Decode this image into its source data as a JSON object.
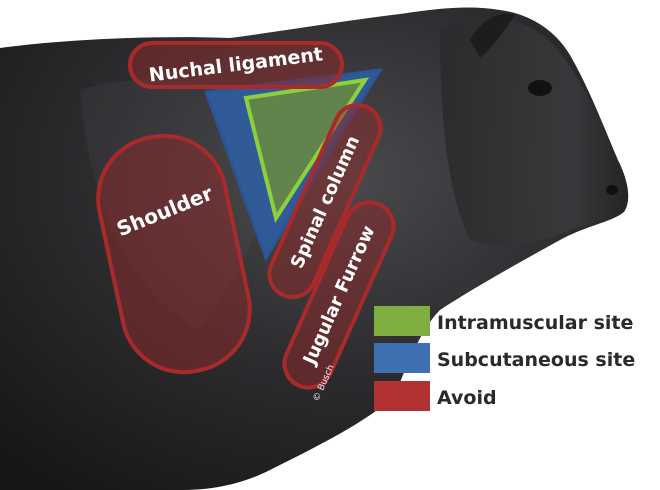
{
  "regions": {
    "nuchal_ligament": "Nuchal ligament",
    "shoulder": "Shoulder",
    "spinal_column": "Spinal column",
    "jugular_furrow": "Jugular Furrow"
  },
  "legend": {
    "intramuscular": {
      "label": "Intramuscular site",
      "color": "#7dae3f"
    },
    "subcutaneous": {
      "label": "Subcutaneous site",
      "color": "#3e6fb0"
    },
    "avoid": {
      "label": "Avoid",
      "color": "#b23232"
    }
  },
  "credit": "© Busch",
  "colors": {
    "animal_coat": "#2a2a2c",
    "avoid_outline": "#a82a2a",
    "subcutaneous_fill": "#2f5fa3",
    "intramuscular_outline": "#8ecf3e",
    "background": "#ffffff"
  }
}
